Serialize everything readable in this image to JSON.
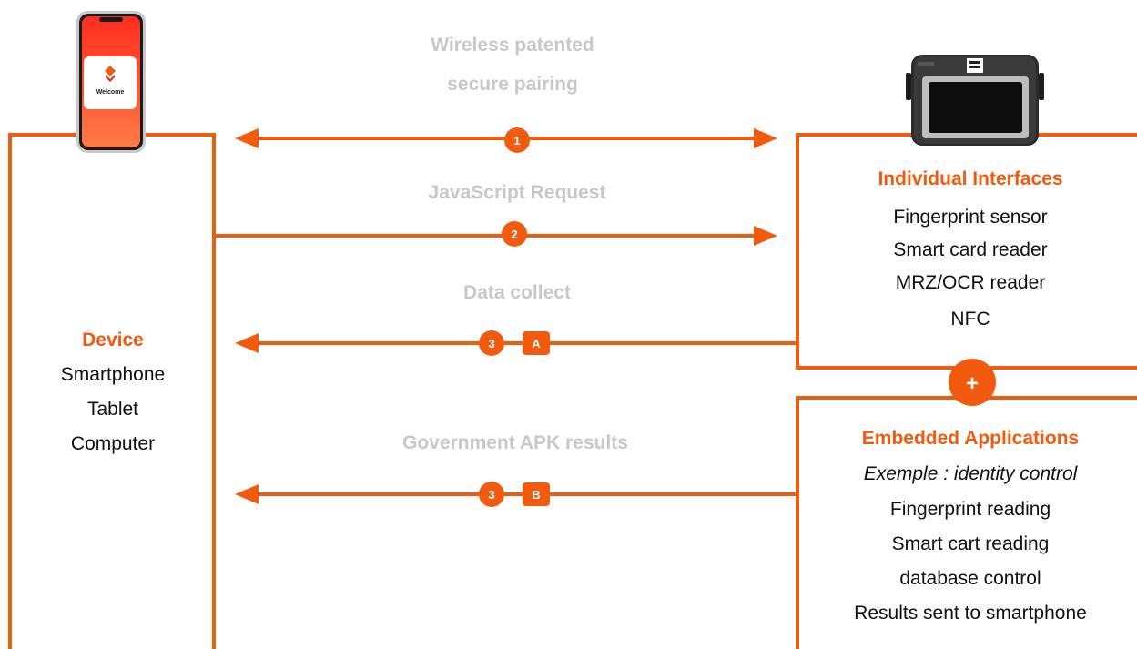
{
  "colors": {
    "accent": "#f25a0f",
    "muted_label": "#c8c8c8",
    "text": "#111111",
    "phone_screen_gradient": [
      "#ff2a2a",
      "#ff6a3d"
    ],
    "terminal_body": "#2b2b2b"
  },
  "phone": {
    "icon": "phone-app-icon",
    "screen_text": "Welcome"
  },
  "terminal": {
    "icon": "handheld-terminal-icon"
  },
  "device_box": {
    "title": "Device",
    "lines": [
      "Smartphone",
      "Tablet",
      "Computer"
    ]
  },
  "interfaces_box": {
    "title": "Individual Interfaces",
    "lines": [
      "Fingerprint sensor",
      "Smart card reader",
      "MRZ/OCR reader",
      "NFC"
    ]
  },
  "applications_box": {
    "title": "Embedded Applications",
    "subtitle": "Exemple : identity control",
    "lines": [
      "Fingerprint reading",
      "Smart cart reading",
      "database control",
      "Results sent to smartphone"
    ]
  },
  "plus_badge": "+",
  "steps": [
    {
      "label_lines": [
        "Wireless patented",
        "secure pairing"
      ],
      "badge": "1",
      "direction": "both"
    },
    {
      "label_lines": [
        "JavaScript Request"
      ],
      "badge": "2",
      "direction": "right"
    },
    {
      "label_lines": [
        "Data collect"
      ],
      "badge": "3",
      "sub_badge": "A",
      "direction": "left"
    },
    {
      "label_lines": [
        "Government APK results"
      ],
      "badge": "3",
      "sub_badge": "B",
      "direction": "left"
    }
  ]
}
